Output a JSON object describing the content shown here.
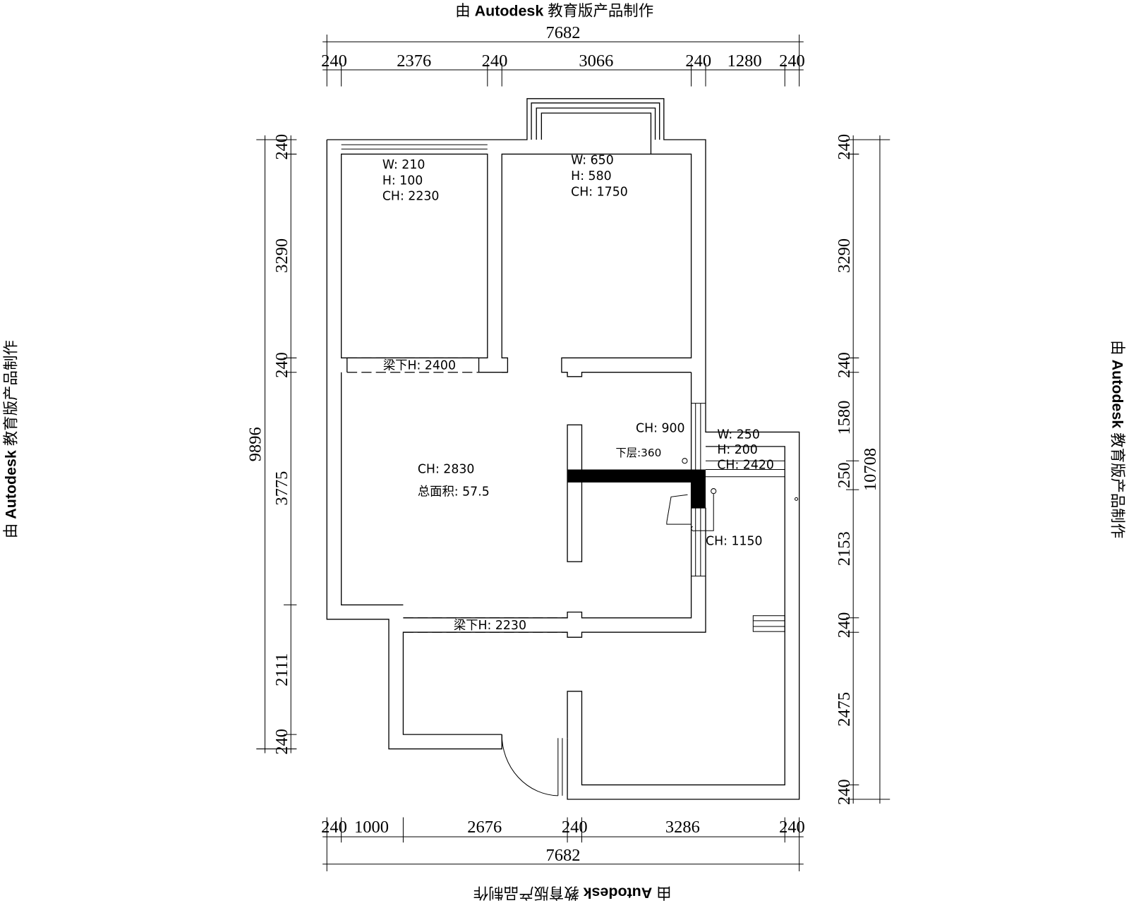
{
  "watermark": {
    "prefix": "由",
    "brand": "Autodesk",
    "suffix": "教育版产品制作"
  },
  "dimensions": {
    "top": {
      "total": "7682",
      "segments": [
        "240",
        "2376",
        "240",
        "3066",
        "240",
        "1280",
        "240"
      ]
    },
    "bottom": {
      "total": "7682",
      "segments": [
        "240",
        "1000",
        "2676",
        "240",
        "3286",
        "240"
      ]
    },
    "left": {
      "total": "9896",
      "segments": [
        "240",
        "3290",
        "240",
        "3775",
        "2111",
        "240"
      ]
    },
    "right": {
      "total": "10708",
      "segments": [
        "240",
        "3290",
        "240",
        "1580",
        "250",
        "2153",
        "240",
        "2475",
        "240"
      ]
    }
  },
  "annotations": {
    "bedroom1": {
      "w": "W: 210",
      "h": "H: 100",
      "ch": "CH: 2230"
    },
    "bedroom2": {
      "w": "W: 650",
      "h": "H: 580",
      "ch": "CH: 1750"
    },
    "beam_upper": "梁下H: 2400",
    "beam_lower": "梁下H: 2230",
    "living": {
      "ch": "CH: 2830",
      "area": "总面积: 57.5"
    },
    "window_ch_900": "CH: 900",
    "lower_level": "下层:360",
    "kitchen": {
      "w": "W: 250",
      "h": "H: 200",
      "ch": "CH: 2420"
    },
    "window_ch_1150": "CH: 1150"
  }
}
